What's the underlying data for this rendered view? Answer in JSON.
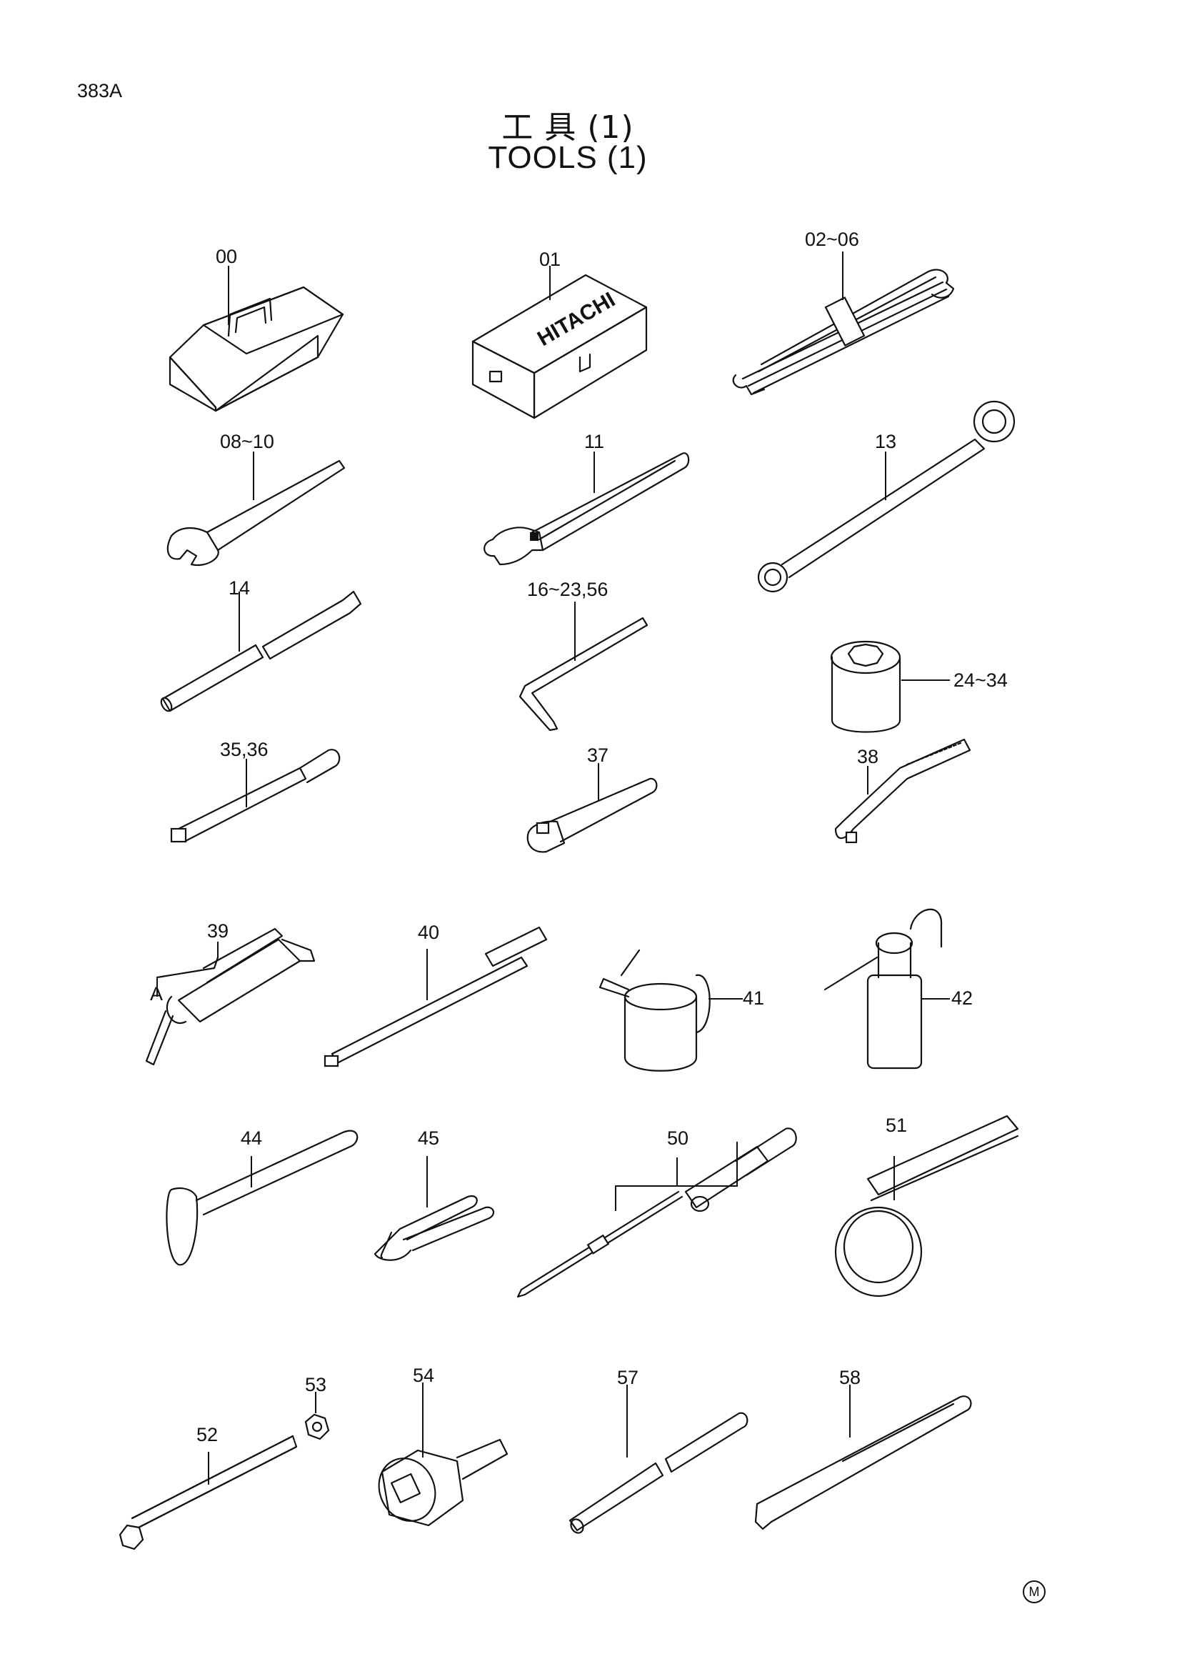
{
  "page_code": "383A",
  "title_jp": "工 具 (1)",
  "title_en": "TOOLS (1)",
  "tool_box_text": "HITACHI",
  "marker": "M",
  "labels": {
    "l00": "00",
    "l01": "01",
    "l02": "02~06",
    "l08": "08~10",
    "l11": "11",
    "l13": "13",
    "l14": "14",
    "l16": "16~23,56",
    "l24": "24~34",
    "l35": "35,36",
    "l37": "37",
    "l38": "38",
    "l39": "39",
    "lA": "A",
    "l40": "40",
    "l41": "41",
    "l42": "42",
    "l44": "44",
    "l45": "45",
    "l50": "50",
    "l51": "51",
    "l52": "52",
    "l53": "53",
    "l54": "54",
    "l57": "57",
    "l58": "58"
  }
}
